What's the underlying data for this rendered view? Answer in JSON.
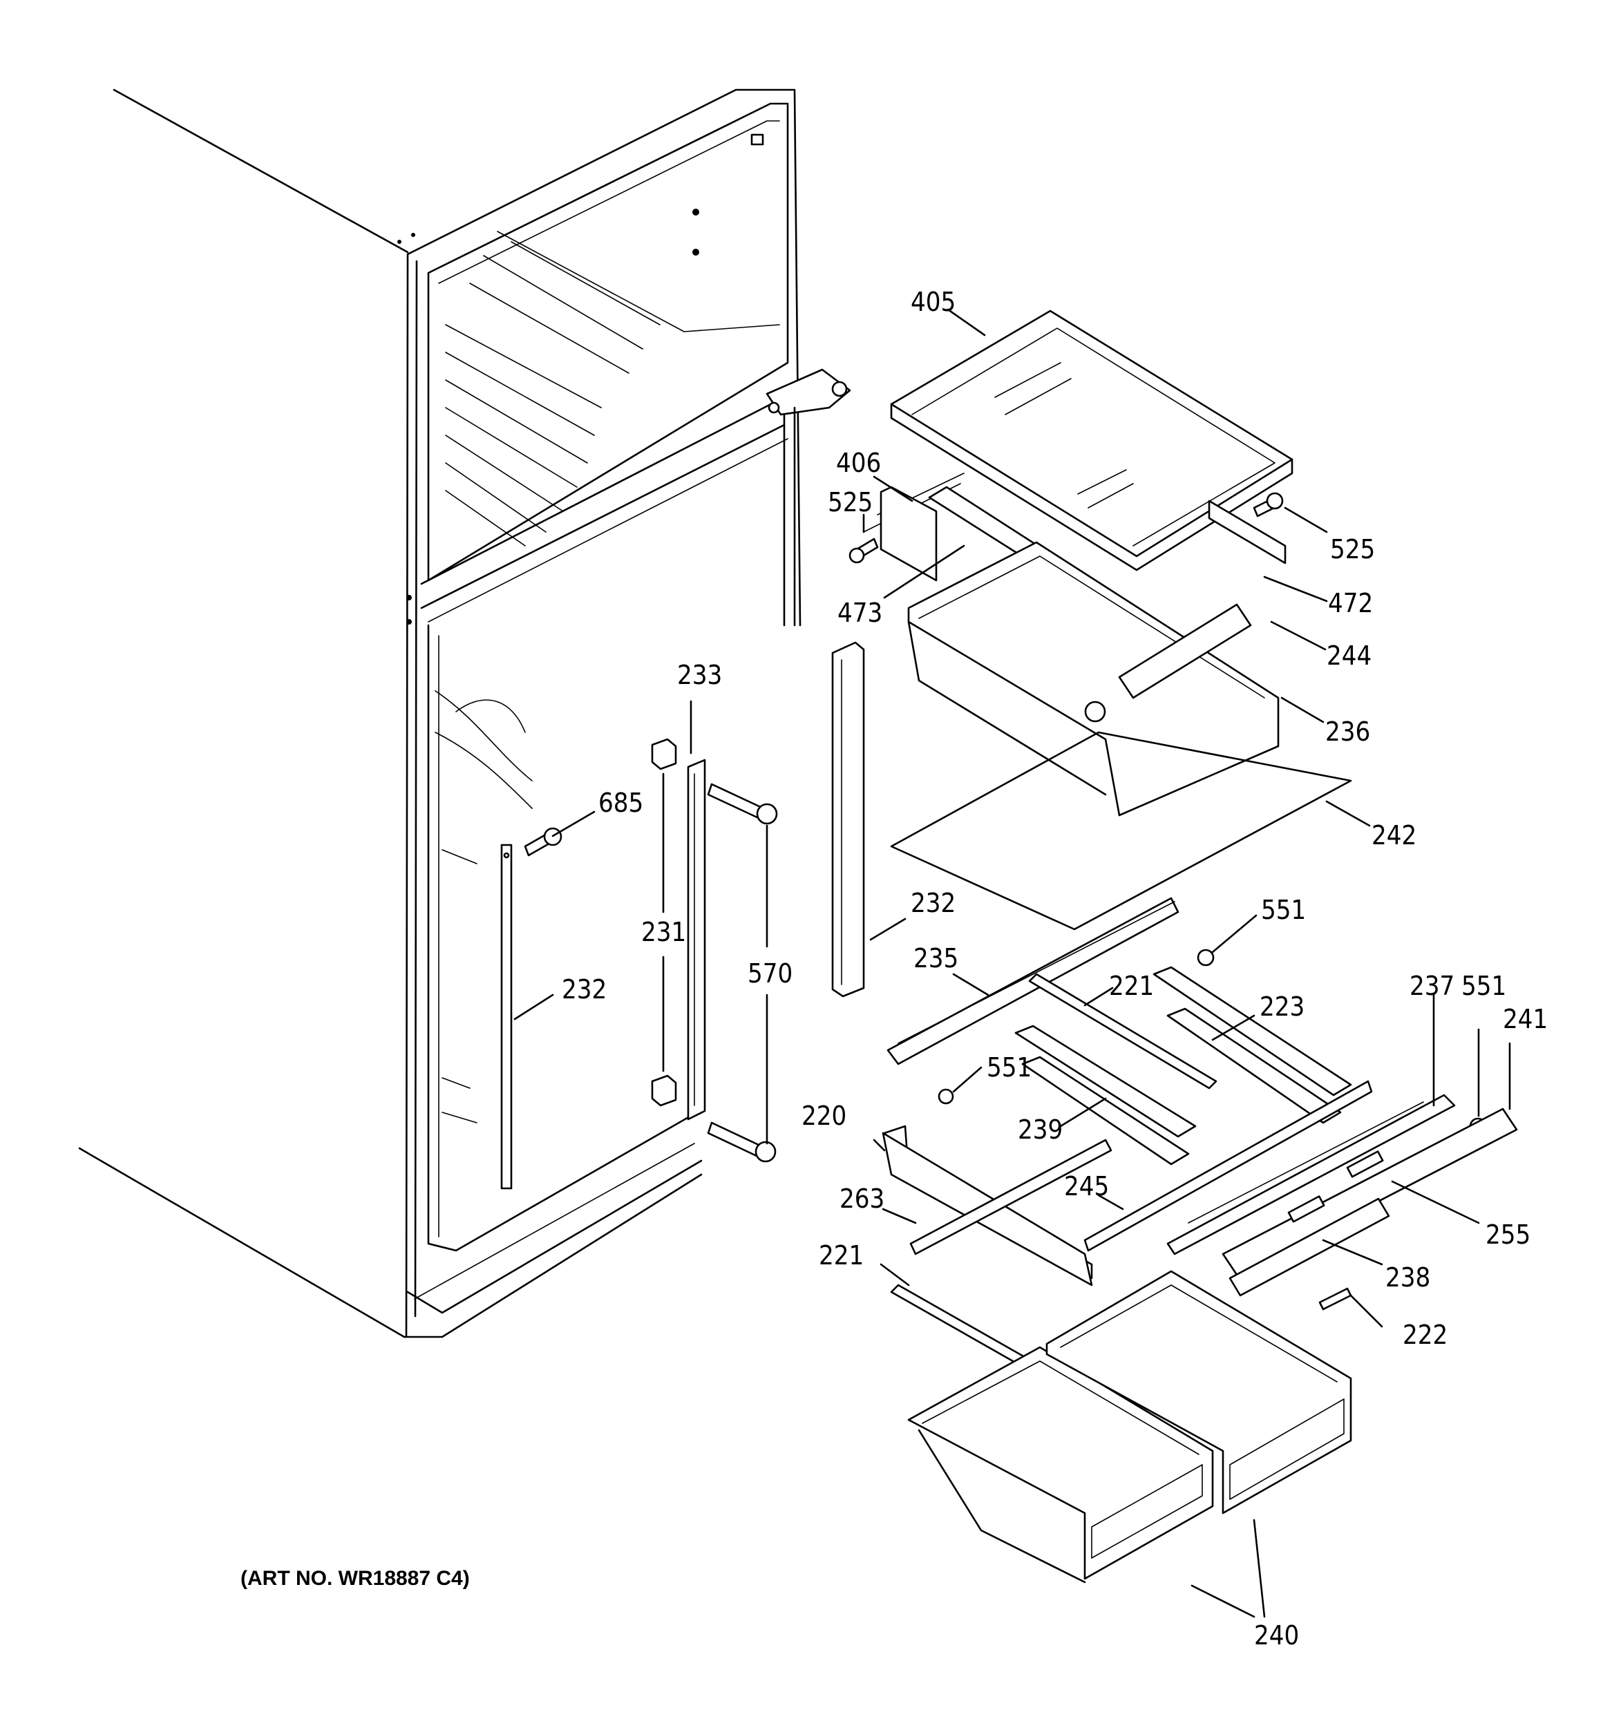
{
  "art_number": "(ART NO. WR18887 C4)",
  "callouts": {
    "p405": "405",
    "p406": "406",
    "p525a": "525",
    "p525b": "525",
    "p473": "473",
    "p472": "472",
    "p244": "244",
    "p236": "236",
    "p242": "242",
    "p233": "233",
    "p685": "685",
    "p231": "231",
    "p570": "570",
    "p232a": "232",
    "p232b": "232",
    "p235": "235",
    "p221a": "221",
    "p223": "223",
    "p551a": "551",
    "p551b": "551",
    "p551c": "551",
    "p237": "237",
    "p241": "241",
    "p220": "220",
    "p239": "239",
    "p245": "245",
    "p263": "263",
    "p255": "255",
    "p238": "238",
    "p221b": "221",
    "p222": "222",
    "p240": "240"
  }
}
